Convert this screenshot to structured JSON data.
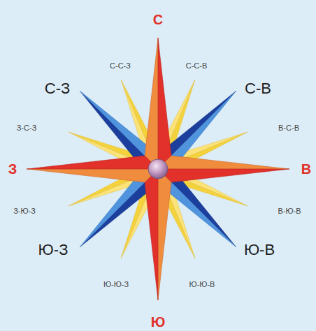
{
  "diagram": {
    "labels": [
      "С",
      "С-С-З",
      "С-С-В",
      "С-З",
      "С-В",
      "З-С-З",
      "В-С-В",
      "З",
      "В",
      "З-Ю-З",
      "В-Ю-В",
      "Ю-З",
      "Ю-В",
      "Ю-Ю-З",
      "Ю-Ю-В",
      "Ю"
    ]
  }
}
